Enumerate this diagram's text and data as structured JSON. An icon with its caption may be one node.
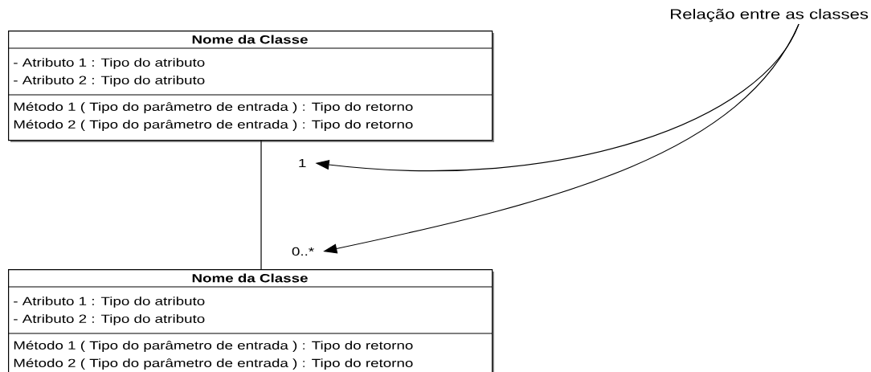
{
  "diagram": {
    "nodes": [
      {
        "text": [
          "Nome da Classe",
          "- Atributo 1 : Tipo do atributo",
          "- Atributo 2 : Tipo do atributo",
          "Método 1 ( Tipo do parâmetro de entrada ) : Tipo do retorno",
          "Método 2 ( Tipo do parâmetro de entrada ) : Tipo do retorno"
        ]
      },
      {
        "text": [
          "Nome da Classe",
          "- Atributo 1 : Tipo do atributo",
          "- Atributo 2 : Tipo do atributo",
          "Método 1 ( Tipo do parâmetro de entrada ) : Tipo do retorno",
          "Método 2 ( Tipo do parâmetro de entrada ) : Tipo do retorno"
        ]
      },
      {
        "text": [
          "Relação entre as classes"
        ]
      },
      {
        "text": [
          "1"
        ]
      },
      {
        "text": [
          "0..*"
        ]
      }
    ],
    "edges": [
      {
        "from": 0,
        "to": 1,
        "arrow": "none"
      },
      {
        "from": 2,
        "to": 3,
        "arrow": "to"
      },
      {
        "from": 2,
        "to": 4,
        "arrow": "to"
      }
    ]
  }
}
